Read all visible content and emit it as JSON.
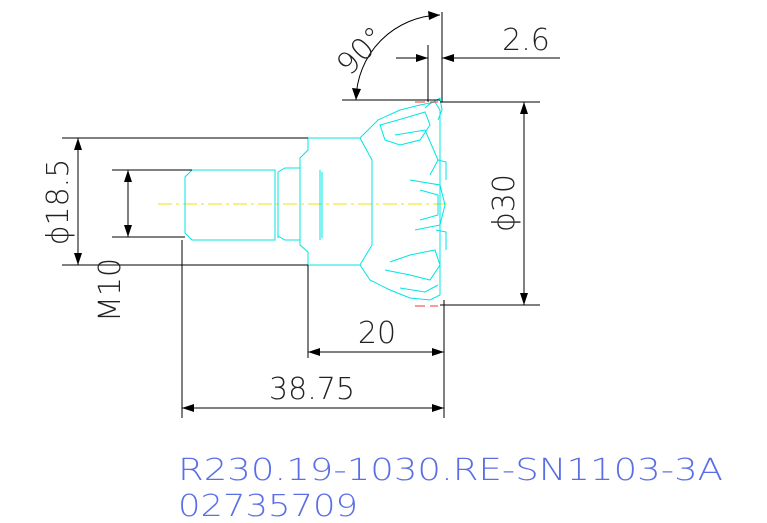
{
  "drawing": {
    "dimensions": {
      "angle": "90°",
      "width_small": "2.6",
      "diameter_large": "ϕ30",
      "diameter_shank": "ϕ18.5",
      "thread": "M10",
      "length_short": "20",
      "length_total": "38.75"
    },
    "part_number": "R230.19-1030.RE-SN1103-3A",
    "ordering_code": "02735709"
  },
  "colors": {
    "outline": "#00e5e5",
    "dimension_line": "#000000",
    "centerline": "#f0e000",
    "text_blue": "#5a6ee8",
    "marker_red": "#ff3030"
  }
}
